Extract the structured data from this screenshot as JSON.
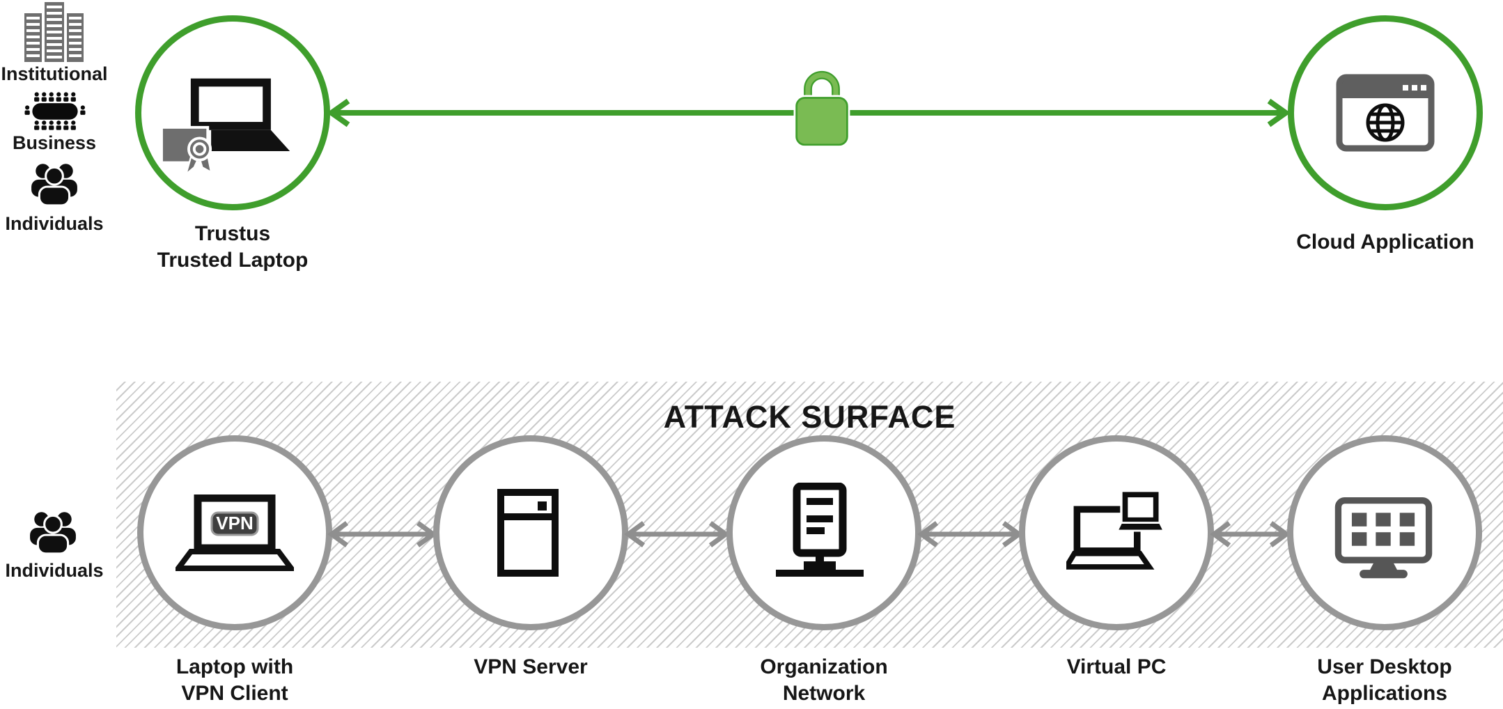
{
  "colors": {
    "trusted_green": "#3f9e2c",
    "lock_green": "#7abb53",
    "ring_gray": "#979797",
    "arrow_gray": "#8f8f8f",
    "hatch_gray": "#cbcbcb",
    "icon_gray": "#6e6e6e",
    "text_black": "#161616"
  },
  "top": {
    "audience": [
      {
        "icon": "buildings-icon",
        "label": "Institutional"
      },
      {
        "icon": "meeting-table-icon",
        "label": "Business"
      },
      {
        "icon": "people-group-icon",
        "label": "Individuals"
      }
    ],
    "trusted_node": {
      "icon": "certified-laptop-icon",
      "label_line1": "Trustus",
      "label_line2": "Trusted Laptop"
    },
    "connection": {
      "icon": "padlock-icon"
    },
    "cloud_node": {
      "icon": "browser-globe-icon",
      "label": "Cloud Application"
    }
  },
  "bottom": {
    "audience": [
      {
        "icon": "people-group-icon",
        "label": "Individuals"
      }
    ],
    "region_title": "ATTACK SURFACE",
    "nodes": [
      {
        "icon": "laptop-vpn-icon",
        "badge": "VPN",
        "label_line1": "Laptop with",
        "label_line2": "VPN Client"
      },
      {
        "icon": "server-icon",
        "label_line1": "VPN Server",
        "label_line2": ""
      },
      {
        "icon": "network-tower-icon",
        "label_line1": "Organization",
        "label_line2": "Network"
      },
      {
        "icon": "virtual-pc-icon",
        "label_line1": "Virtual PC",
        "label_line2": ""
      },
      {
        "icon": "desktop-apps-icon",
        "label_line1": "User Desktop",
        "label_line2": "Applications"
      }
    ]
  }
}
